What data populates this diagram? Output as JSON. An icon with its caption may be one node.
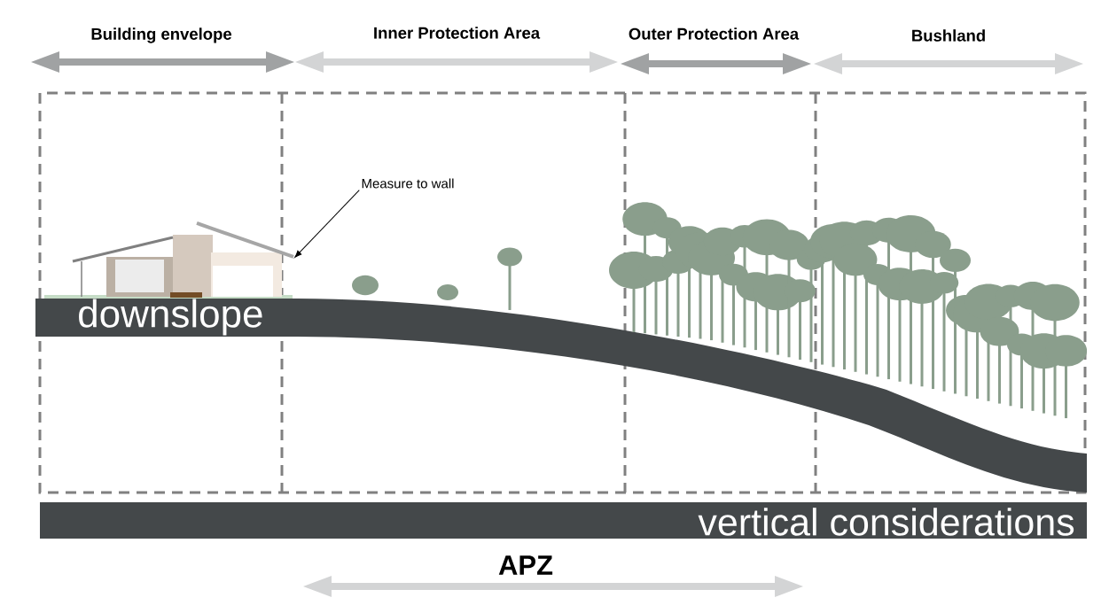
{
  "diagram": {
    "nodes": [
      {
        "text": [
          "Measure to wall"
        ]
      },
      {
        "text": [],
        "shape": "picture"
      }
    ],
    "edges": [
      {
        "from": 0,
        "to": 1,
        "arrow": "to"
      }
    ],
    "labels": [
      "Building envelope",
      "Inner Protection Area",
      "Outer Protection Area",
      "Bushland",
      "downslope",
      "vertical considerations",
      "APZ"
    ]
  }
}
